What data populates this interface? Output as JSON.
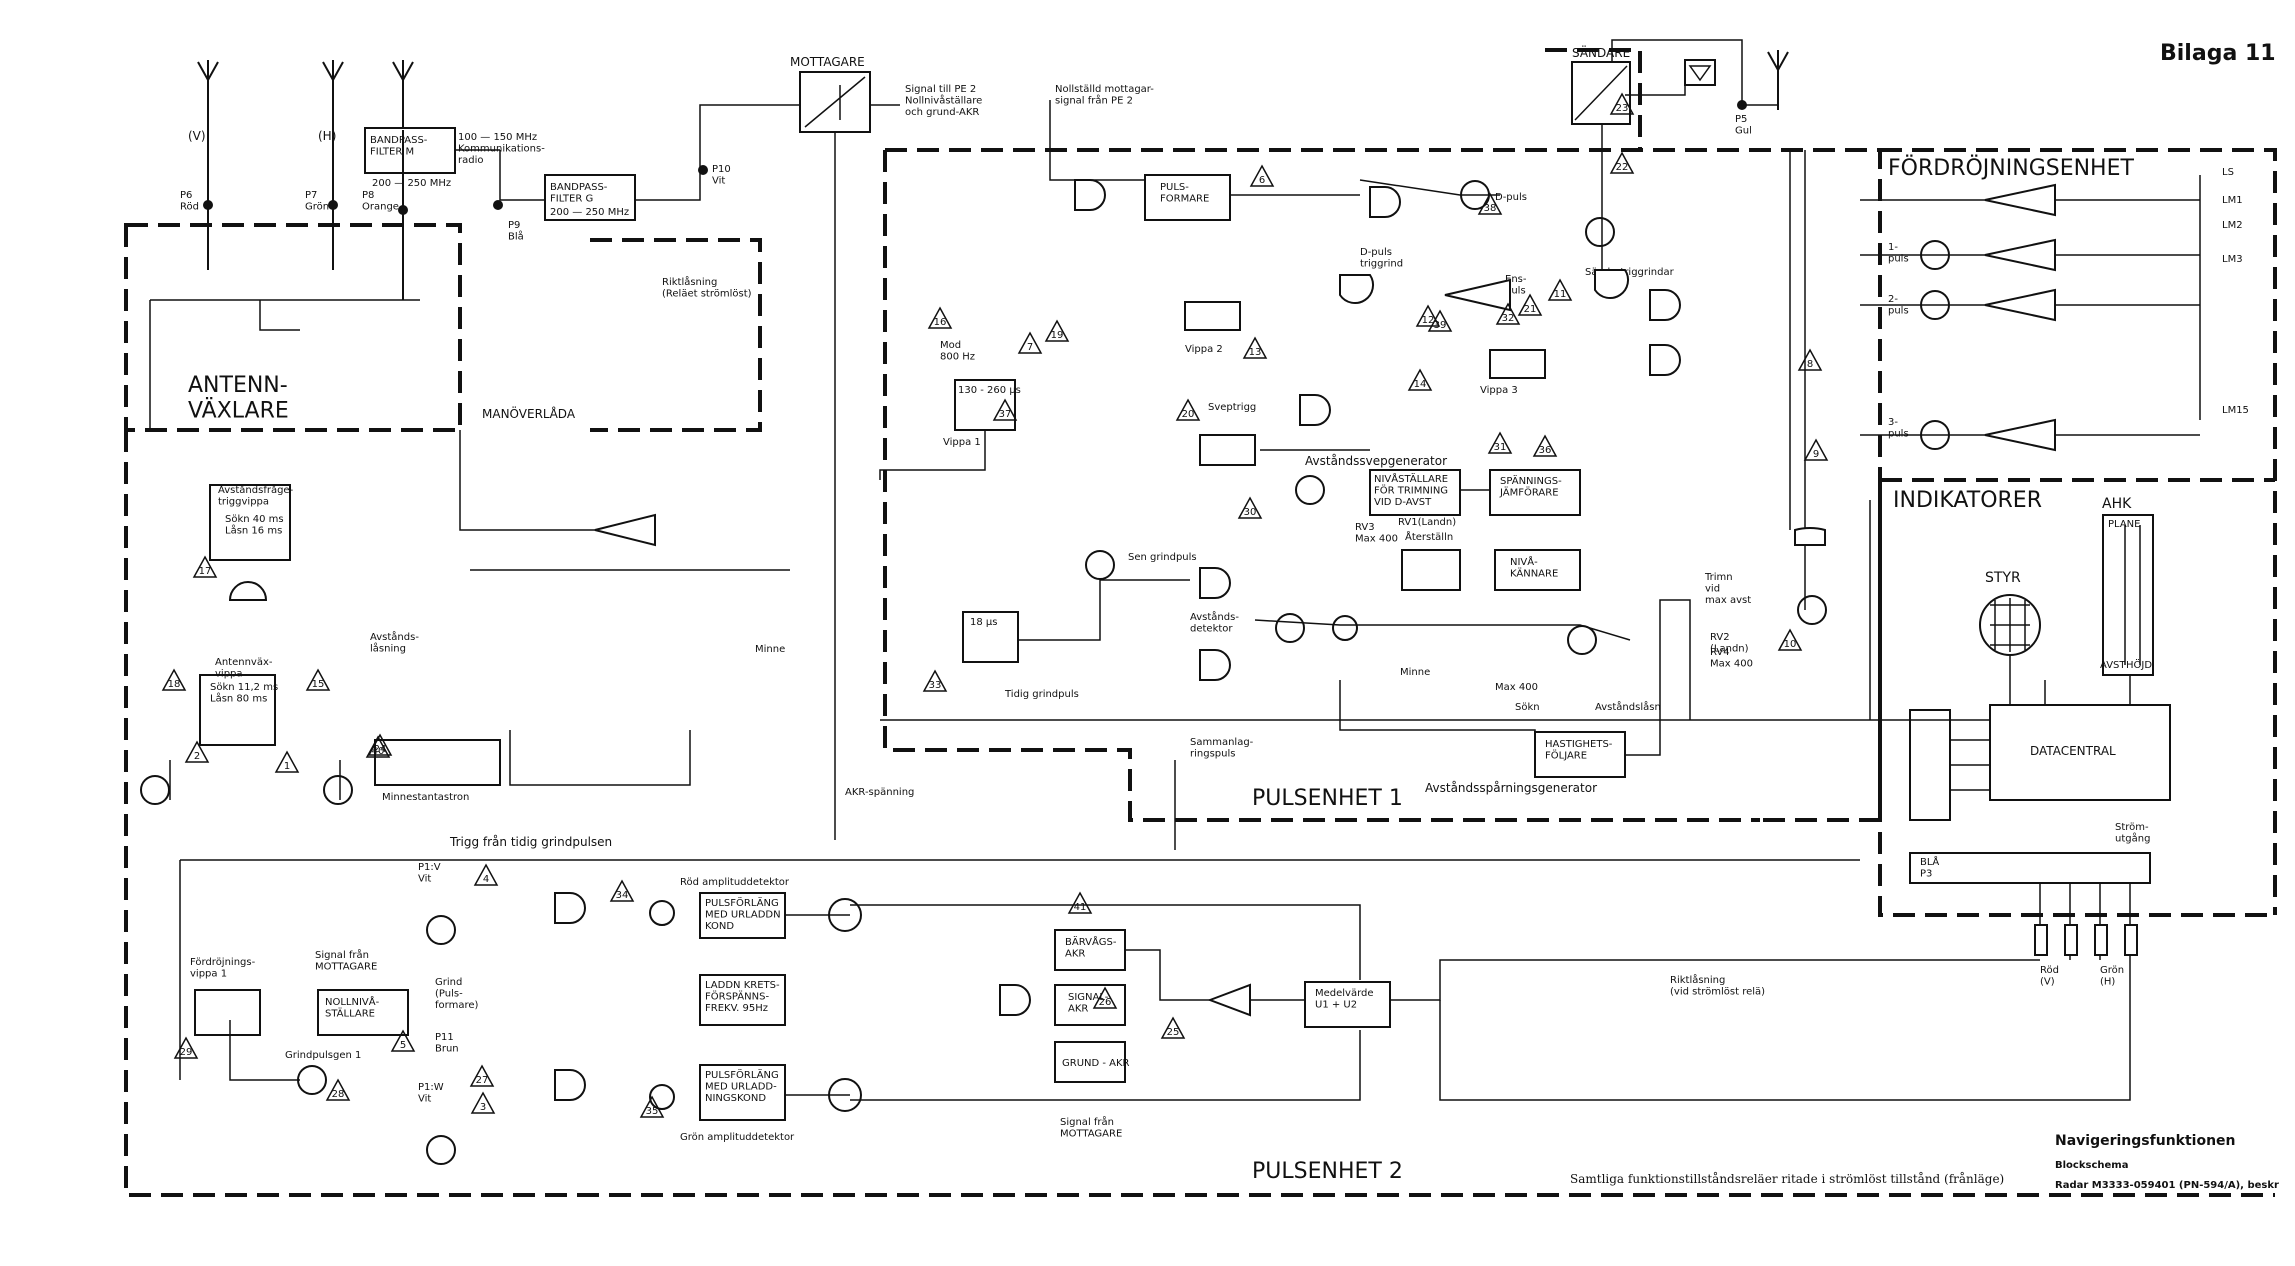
{
  "header": {
    "appendix": "Bilaga 11"
  },
  "footer": {
    "title": "Navigeringsfunktionen",
    "subtitle": "Blockschema",
    "doc_ref": "Radar M3333-059401 (PN-594/A), beskr",
    "note": "Samtliga funktionstillståndsreläer ritade i strömlöst tillstånd (frånläge)"
  },
  "sections": {
    "antenna_switch": "ANTENN-\nVÄXLARE",
    "pulse_unit_1": "PULSENHET 1",
    "pulse_unit_2": "PULSENHET 2",
    "delay_unit": "FÖRDRÖJNINGSENHET",
    "indicators": "INDIKATORER",
    "maneuver_box": "MANÖVERLÅDA"
  },
  "antennas": {
    "left": "(V)",
    "mid": "(H)",
    "p6": "P6\nRöd",
    "p7": "P7\nGrön",
    "p8": "P8\nOrange",
    "p9": "P9\nBlå",
    "p10": "P10\nVit",
    "p5": "P5\nGul"
  },
  "blocks": {
    "bandpass_m": "BANDPASS-\nFILTER M",
    "bandpass_m_range": "200 — 250 MHz",
    "bandpass_g": "BANDPASS-\nFILTER G",
    "bandpass_g_range": "200 — 250 MHz",
    "comm_radio": "100 — 150 MHz\nKommunikations-\nradio",
    "receiver": "MOTTAGARE",
    "receiver_note": "Signal till PE 2\nNollnivåställare\noch grund-AKR",
    "zeroed_receiver_signal": "Nollställd mottagar-\nsignal från PE 2",
    "transmitter": "SÄNDARE",
    "pulse_former": "PULS-\nFORMARE",
    "d_pulse": "D-puls",
    "d_pulse_trig": "D-puls\ntriggrind",
    "one_pulse": "Ens-\npuls",
    "transmitter_trig": "Sändartriggrindar",
    "mod_800": "Mod\n800 Hz",
    "flipflop1_range": "130 - 260 µs",
    "flipflop1": "Vippa 1",
    "flipflop2": "Vippa 2",
    "flipflop3": "Vippa 3",
    "sweep_trig": "Sveptrigg",
    "range_sweep_gen": "Avståndssvepgenerator",
    "level_setter": "NIVÅSTÄLLARE\nFÖR TRIMNING\nVID D-AVST",
    "voltage_comparator": "SPÄNNINGS-\nJÄMFÖRARE",
    "reset": "Återställn",
    "level_sensor": "NIVÅ-\nKÄNNARE",
    "early_gate_pulse": "Sen grindpuls",
    "range_detector": "Avstånds-\ndetektor",
    "early_gate_18": "18 µs",
    "tidig_grindpuls": "Tidig grindpuls",
    "coincidence": "Sammanlag-\nringspuls",
    "speed_follower": "HASTIGHETS-\nFÖLJARE",
    "range_tracking_gen": "Avståndsspårningsgenerator",
    "search": "Sökn",
    "range_lock": "Avståndslåsn",
    "range_lock_relay": "Riktlåsning\n(Reläet strömlöst)",
    "range_inquiry": "Avståndsfråge-\ntriggvippa",
    "lock_ms": "Sökn 40 ms\nLåsn 16 ms",
    "antenna_flipflop": "Antennväx-\nvippa",
    "antenna_ms": "Sökn 11,2 ms\nLåsn 80 ms",
    "memory_tube": "Minnestantastron",
    "range_lock_short": "Avstånds-\nlåsning",
    "memory": "Minne",
    "akr_voltage": "AKR-spänning",
    "trigger_early": "Trigg från tidig grindpulsen",
    "red_amp_detector": "Röd amplituddetektor",
    "green_amp_detector": "Grön amplituddetektor",
    "pulse_ext_1": "PULSFÖRLÄNG\nMED URLADDN\nKOND",
    "pulse_ext_2": "PULSFÖRLÄNG\nMED URLADD-\nNINGSKOND",
    "charge_freq": "LADDN KRETS-\nFÖRSPÄNNS-\nFREKV. 95Hz",
    "carrier_akr": "BÄRVÅGS-\nAKR",
    "signal_akr": "SIGNAL-\nAKR",
    "ground_akr": "GRUND - AKR",
    "average_value": "Medelvärde\nU1 + U2",
    "signal_from_receiver": "Signal från\nMOTTAGARE",
    "zero_level_setter": "NOLLNIVÅ-\nSTÄLLARE",
    "delay_flipflop": "Fördröjnings-\nvippa 1",
    "gate_pulse_gen": "Grindpulsgen 1",
    "ground_pulse": "Grind\n(Puls-\nformare)",
    "p11": "P11\nBrun",
    "p1v": "P1:V\nVit",
    "p1w": "P1:W\nVit",
    "data_central": "DATACENTRAL",
    "steer": "STYR",
    "ahk": "AHK",
    "plane": "PLANE",
    "avst": "AVST",
    "hojd": "HÖJD",
    "current_output": "Ström-\nutgång",
    "blue_p3": "BLÅ\nP3",
    "red_v": "Röd\n(V)",
    "green_h": "Grön\n(H)",
    "ls": "LS",
    "lm1": "LM1",
    "lm2": "LM2",
    "lm3": "LM3",
    "lm15": "LM15",
    "puls_1": "1-\npuls",
    "puls_2": "2-\npuls",
    "puls_3": "3-\npuls",
    "relay_k4_note": "Riktlåsning\n(vid strömlöst relä)",
    "trimn": "Trimn\nvid\nmax avst",
    "rv2": "RV2\n(Landn)",
    "rv4": "RV4\nMax 400",
    "rv3": "RV3\nMax 400",
    "rv1": "RV1(Landn)",
    "max400": "Max 400"
  },
  "numbers": [
    "1",
    "2",
    "3",
    "4",
    "5",
    "6",
    "7",
    "8",
    "9",
    "10",
    "11",
    "12",
    "13",
    "14",
    "15",
    "16",
    "17",
    "18",
    "19",
    "20",
    "21",
    "22",
    "23",
    "24",
    "25",
    "26",
    "27",
    "28",
    "29",
    "30",
    "31",
    "32",
    "33",
    "34",
    "35",
    "36",
    "37",
    "38",
    "39",
    "40",
    "41"
  ]
}
